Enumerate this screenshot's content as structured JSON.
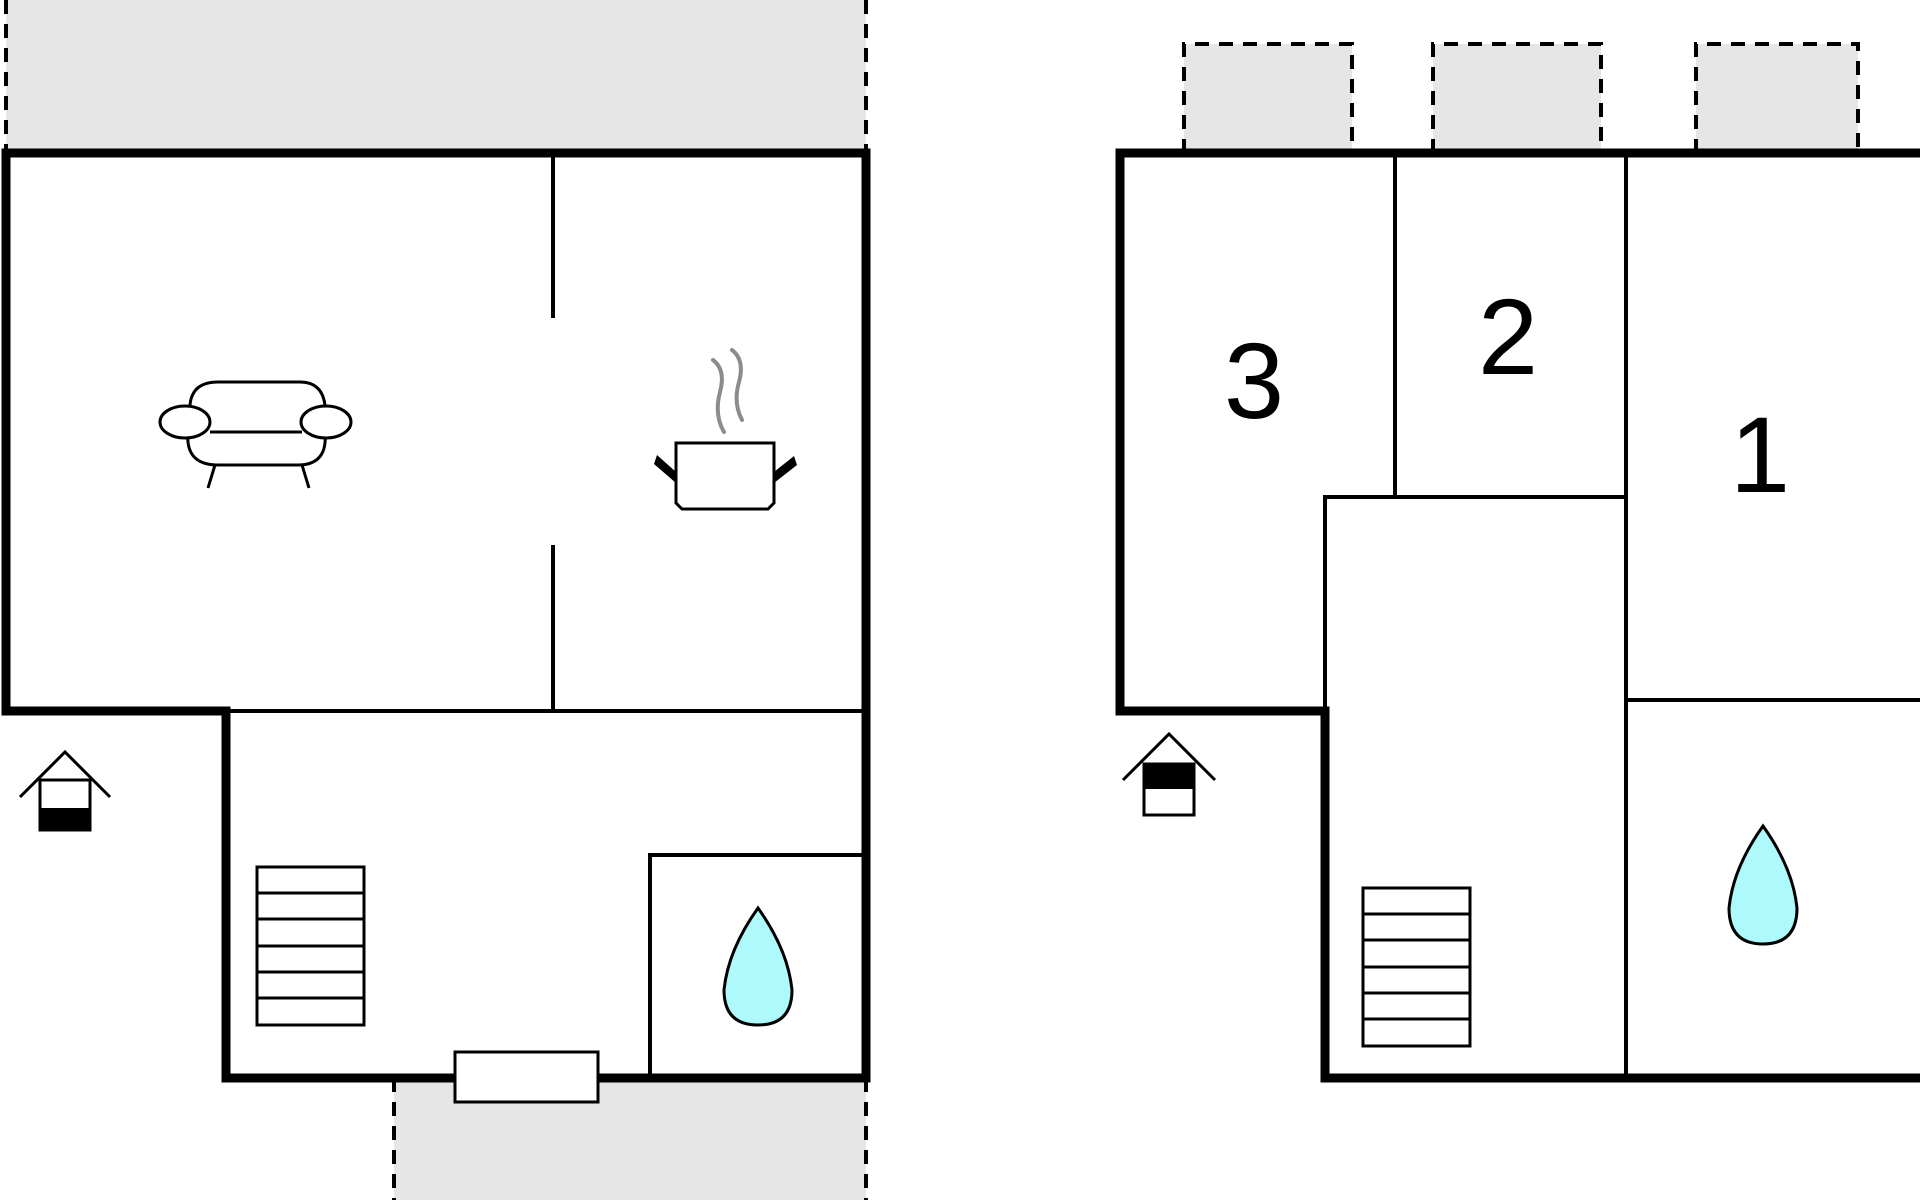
{
  "floor_plan": {
    "ground_floor": {
      "rooms": [
        "living-room",
        "kitchen",
        "hall",
        "bathroom"
      ]
    },
    "upper_floor": {
      "rooms": [
        {
          "label": "3"
        },
        {
          "label": "2"
        },
        {
          "label": "1"
        }
      ]
    },
    "colors": {
      "wall": "#000000",
      "outdoor_area": "#e6e6e6",
      "water_drop": "#adf9fb"
    },
    "icons": [
      "sofa-icon",
      "cooking-pot-icon",
      "stairs-icon",
      "water-drop-icon",
      "entrance-icon"
    ]
  }
}
